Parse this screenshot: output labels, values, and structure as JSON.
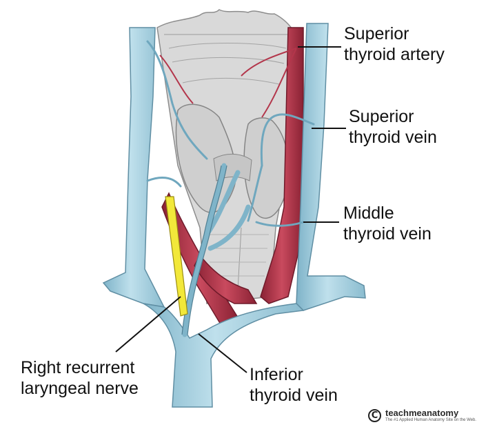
{
  "labels": {
    "superior_artery": [
      "Superior",
      "thyroid artery"
    ],
    "superior_vein": [
      "Superior",
      "thyroid vein"
    ],
    "middle_vein": [
      "Middle",
      "thyroid vein"
    ],
    "recurrent_nerve": [
      "Right recurrent",
      "laryngeal nerve"
    ],
    "inferior_vein": [
      "Inferior",
      "thyroid vein"
    ]
  },
  "brand": {
    "name": "teachmeanatomy",
    "tagline": "The #1 Applied Human Anatomy Site on the Web.",
    "symbol": "C"
  },
  "colors": {
    "vein": "#a9d3e2",
    "vein_edge": "#5f8ea3",
    "artery": "#b7384c",
    "artery_dark": "#7e1f31",
    "nerve": "#f2e83a",
    "gland": "#d6d6d6",
    "leader": "#111111"
  }
}
